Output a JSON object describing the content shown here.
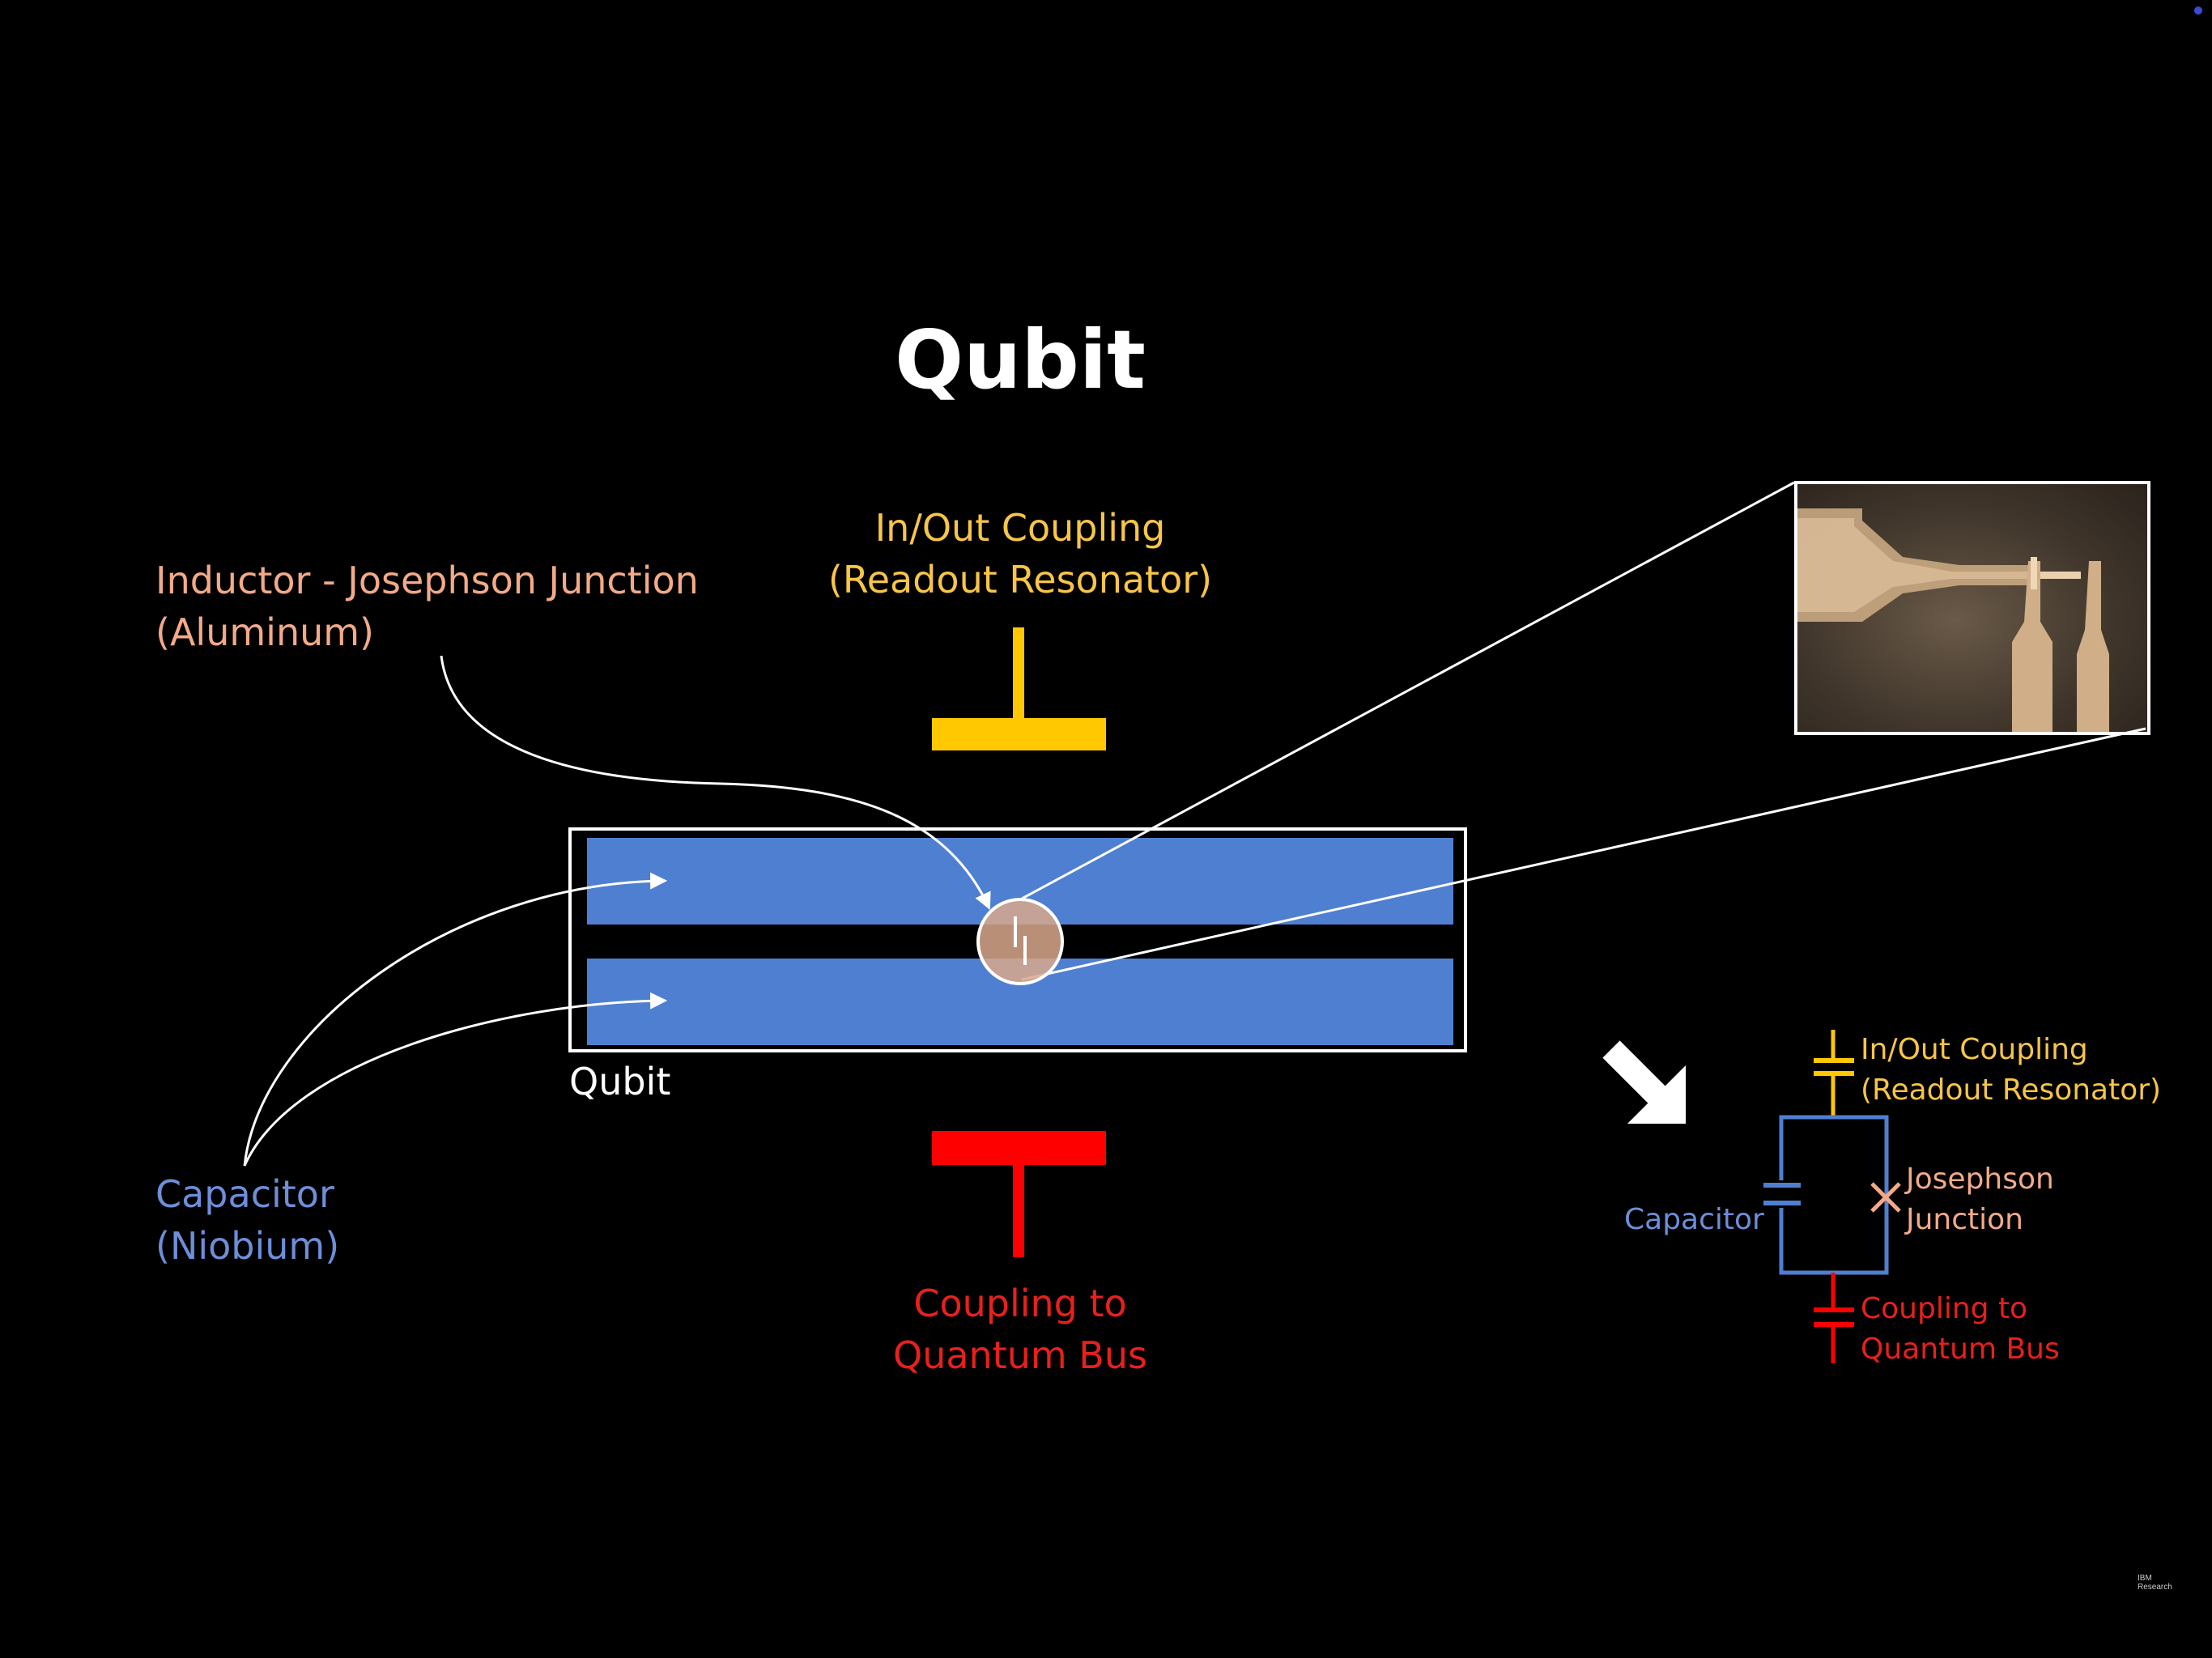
{
  "title": "Qubit",
  "labels": {
    "inductor_line1": "Inductor - Josephson Junction",
    "inductor_line2": "(Aluminum)",
    "coupling_top_line1": "In/Out Coupling",
    "coupling_top_line2": "(Readout Resonator)",
    "qubit_caption": "Qubit",
    "capacitor_line1": "Capacitor",
    "capacitor_line2": "(Niobium)",
    "coupling_bottom_line1": "Coupling to",
    "coupling_bottom_line2": "Quantum Bus"
  },
  "circuit": {
    "coupling_top_line1": "In/Out Coupling",
    "coupling_top_line2": "(Readout Resonator)",
    "capacitor": "Capacitor",
    "junction_line1": "Josephson",
    "junction_line2": "Junction",
    "coupling_bottom_line1": "Coupling to",
    "coupling_bottom_line2": "Quantum Bus"
  },
  "logo": {
    "line1": "IBM",
    "line2": "Research"
  },
  "colors": {
    "background": "#000000",
    "capacitor_blue": "#4f7fd0",
    "resonator_yellow": "#ffc800",
    "bus_red": "#ff0000",
    "junction_orange": "#f3aa88"
  },
  "icons": {
    "zoom_arrow": "arrow-down-right-icon",
    "junction": "cross-icon"
  }
}
